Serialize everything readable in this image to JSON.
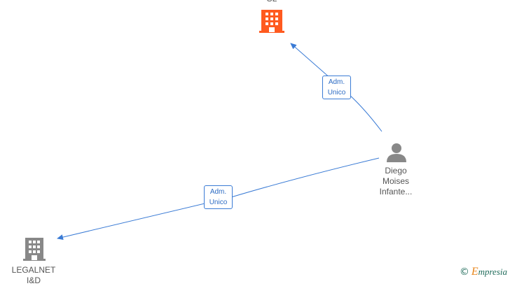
{
  "nodes": {
    "top_company": {
      "label_lines": [
        "SL"
      ],
      "color": "#ff5a1f"
    },
    "person": {
      "label_lines": [
        "Diego",
        "Moises",
        "Infante..."
      ],
      "color": "#888888"
    },
    "legalnet": {
      "label_lines": [
        "LEGALNET",
        "I&D"
      ],
      "color": "#888888"
    }
  },
  "edges": {
    "person_to_top": {
      "label_lines": [
        "Adm.",
        "Unico"
      ]
    },
    "person_to_legalnet": {
      "label_lines": [
        "Adm.",
        "Unico"
      ]
    }
  },
  "colors": {
    "edge": "#3a7bd5",
    "accent": "#ff5a1f",
    "node_gray": "#888888"
  },
  "brand": {
    "copyright": "©",
    "initial": "E",
    "rest": "mpresia"
  }
}
